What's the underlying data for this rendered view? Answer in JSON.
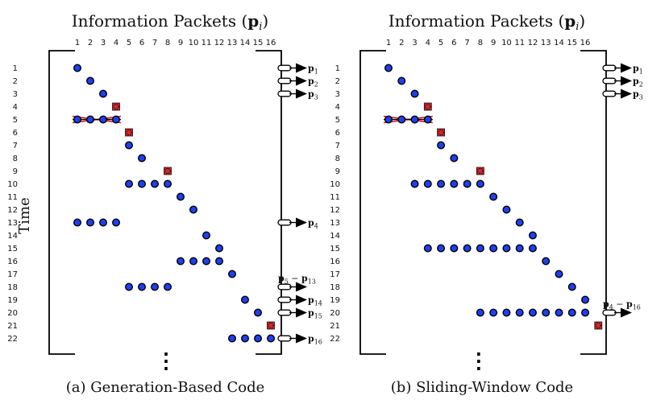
{
  "y_axis_label": "Time",
  "chart_data": [
    {
      "type": "scatter",
      "title": "Information Packets",
      "title_symbol": "p",
      "title_subscript": "i",
      "caption": "(a) Generation-Based Code",
      "x_ticks": [
        "1",
        "2",
        "3",
        "4",
        "5",
        "6",
        "7",
        "8",
        "9",
        "10",
        "11",
        "12",
        "13",
        "14",
        "15",
        "16"
      ],
      "y_ticks": [
        "1",
        "2",
        "3",
        "4",
        "5",
        "6",
        "7",
        "8",
        "9",
        "10",
        "11",
        "12",
        "13",
        "14",
        "15",
        "16",
        "17",
        "18",
        "19",
        "20",
        "21",
        "22"
      ],
      "continuation": "⋮",
      "sent_packets": [
        [
          1,
          1
        ],
        [
          2,
          2
        ],
        [
          3,
          3
        ],
        [
          1,
          5
        ],
        [
          2,
          5
        ],
        [
          3,
          5
        ],
        [
          4,
          5
        ],
        [
          5,
          7
        ],
        [
          6,
          8
        ],
        [
          5,
          10
        ],
        [
          6,
          10
        ],
        [
          7,
          10
        ],
        [
          8,
          10
        ],
        [
          9,
          11
        ],
        [
          10,
          12
        ],
        [
          1,
          13
        ],
        [
          2,
          13
        ],
        [
          3,
          13
        ],
        [
          4,
          13
        ],
        [
          11,
          14
        ],
        [
          12,
          15
        ],
        [
          9,
          16
        ],
        [
          10,
          16
        ],
        [
          11,
          16
        ],
        [
          12,
          16
        ],
        [
          13,
          17
        ],
        [
          5,
          18
        ],
        [
          6,
          18
        ],
        [
          7,
          18
        ],
        [
          8,
          18
        ],
        [
          14,
          19
        ],
        [
          15,
          20
        ],
        [
          13,
          22
        ],
        [
          14,
          22
        ],
        [
          15,
          22
        ],
        [
          16,
          22
        ]
      ],
      "erased_packets": [
        [
          4,
          4
        ],
        [
          5,
          6
        ],
        [
          8,
          9
        ],
        [
          16,
          21
        ]
      ],
      "crossed_out": {
        "from_col": 1,
        "to_col": 4,
        "row": 5
      },
      "decoded": [
        {
          "time": 1,
          "symbol": "p",
          "label": "1"
        },
        {
          "time": 2,
          "symbol": "p",
          "label": "2"
        },
        {
          "time": 3,
          "symbol": "p",
          "label": "3"
        },
        {
          "time": 13,
          "symbol": "p",
          "label": "4"
        },
        {
          "time": 18,
          "symbol": "p",
          "label": "5",
          "dash": " − ",
          "symbol2": "p",
          "label2": "13",
          "above": true
        },
        {
          "time": 19,
          "symbol": "p",
          "label": "14"
        },
        {
          "time": 20,
          "symbol": "p",
          "label": "15"
        },
        {
          "time": 22,
          "symbol": "p",
          "label": "16"
        }
      ]
    },
    {
      "type": "scatter",
      "title": "Information Packets",
      "title_symbol": "p",
      "title_subscript": "i",
      "caption": "(b) Sliding-Window Code",
      "x_ticks": [
        "1",
        "2",
        "3",
        "4",
        "5",
        "6",
        "7",
        "8",
        "9",
        "10",
        "11",
        "12",
        "13",
        "14",
        "15",
        "16"
      ],
      "y_ticks": [
        "1",
        "2",
        "3",
        "4",
        "5",
        "6",
        "7",
        "8",
        "9",
        "10",
        "11",
        "12",
        "13",
        "14",
        "15",
        "16",
        "17",
        "18",
        "19",
        "20",
        "21",
        "22"
      ],
      "continuation": "⋮",
      "sent_packets": [
        [
          1,
          1
        ],
        [
          2,
          2
        ],
        [
          3,
          3
        ],
        [
          1,
          5
        ],
        [
          2,
          5
        ],
        [
          3,
          5
        ],
        [
          4,
          5
        ],
        [
          5,
          7
        ],
        [
          6,
          8
        ],
        [
          3,
          10
        ],
        [
          4,
          10
        ],
        [
          5,
          10
        ],
        [
          6,
          10
        ],
        [
          7,
          10
        ],
        [
          8,
          10
        ],
        [
          9,
          11
        ],
        [
          10,
          12
        ],
        [
          11,
          13
        ],
        [
          12,
          14
        ],
        [
          4,
          15
        ],
        [
          5,
          15
        ],
        [
          6,
          15
        ],
        [
          7,
          15
        ],
        [
          8,
          15
        ],
        [
          9,
          15
        ],
        [
          10,
          15
        ],
        [
          11,
          15
        ],
        [
          12,
          15
        ],
        [
          13,
          16
        ],
        [
          14,
          17
        ],
        [
          15,
          18
        ],
        [
          16,
          19
        ],
        [
          8,
          20
        ],
        [
          9,
          20
        ],
        [
          10,
          20
        ],
        [
          11,
          20
        ],
        [
          12,
          20
        ],
        [
          13,
          20
        ],
        [
          14,
          20
        ],
        [
          15,
          20
        ],
        [
          16,
          20
        ]
      ],
      "erased_packets": [
        [
          4,
          4
        ],
        [
          5,
          6
        ],
        [
          8,
          9
        ],
        [
          17,
          21
        ]
      ],
      "crossed_out": {
        "from_col": 1,
        "to_col": 4,
        "row": 5
      },
      "decoded": [
        {
          "time": 1,
          "symbol": "p",
          "label": "1"
        },
        {
          "time": 2,
          "symbol": "p",
          "label": "2"
        },
        {
          "time": 3,
          "symbol": "p",
          "label": "3"
        },
        {
          "time": 20,
          "symbol": "p",
          "label": "4",
          "dash": " − ",
          "symbol2": "p",
          "label2": "16",
          "above": true
        }
      ]
    }
  ]
}
